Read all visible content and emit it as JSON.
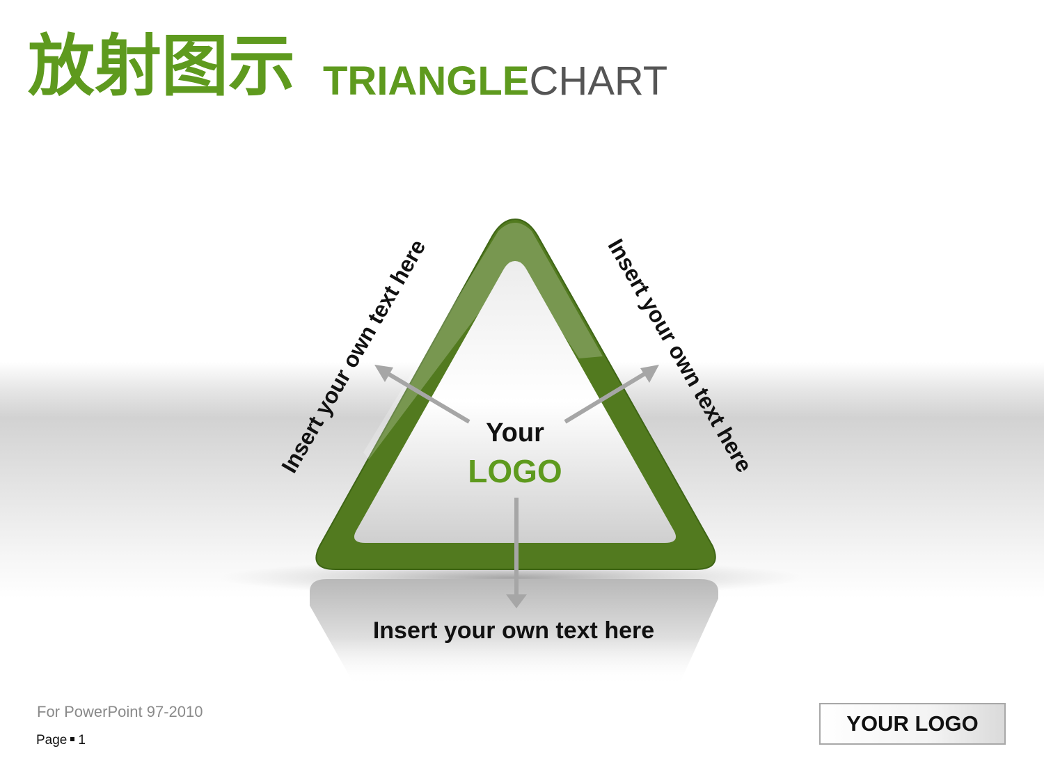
{
  "header": {
    "title_cn": "放射图示",
    "title_en_part1": "TRIANGLE",
    "title_en_part2": "CHART"
  },
  "diagram": {
    "center_line1": "Your",
    "center_line2": "LOGO",
    "label_left": "Insert your own text here",
    "label_right": "Insert your own text here",
    "label_bottom": "Insert your own text here"
  },
  "footer": {
    "note": "For PowerPoint  97-2010",
    "page_label": "Page",
    "page_number": "1",
    "logo_text": "YOUR LOGO"
  },
  "colors": {
    "accent_green": "#5e9a1e",
    "frame_green": "#527a1f",
    "arrow_gray": "#a6a6a6"
  }
}
